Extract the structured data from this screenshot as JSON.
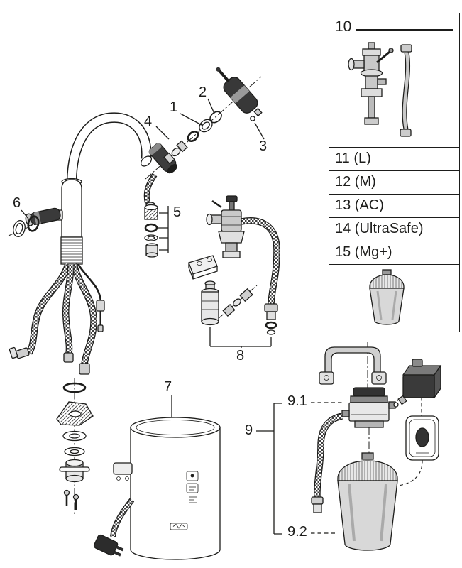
{
  "page": {
    "background": "#ffffff",
    "line_color": "#1d1d1b"
  },
  "callouts": {
    "c1": "1",
    "c2": "2",
    "c3": "3",
    "c4": "4",
    "c5": "5",
    "c6": "6",
    "c7": "7",
    "c8": "8",
    "c9": "9",
    "c9_1": "9.1",
    "c9_2": "9.2"
  },
  "legend": {
    "header": "10",
    "rows": [
      {
        "label": "11 (L)"
      },
      {
        "label": "12 (M)"
      },
      {
        "label": "13 (AC)"
      },
      {
        "label": "14 (UltraSafe)"
      },
      {
        "label": "15 (Mg+)"
      }
    ]
  }
}
